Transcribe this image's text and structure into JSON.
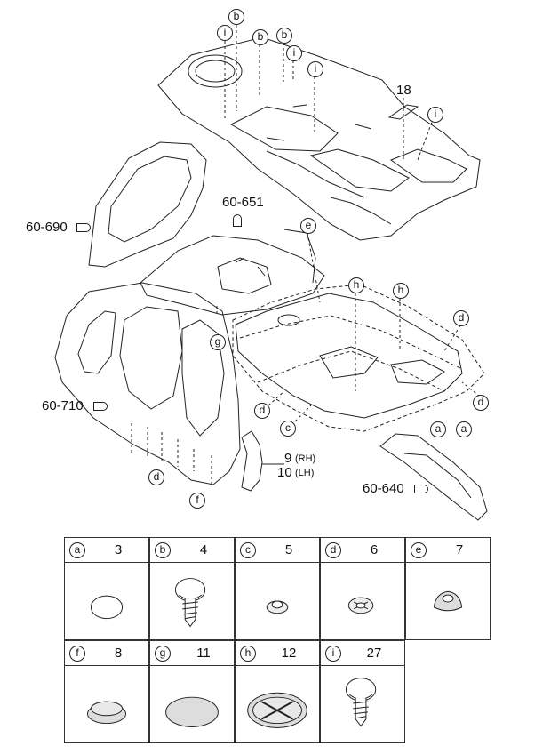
{
  "callouts": {
    "a": "a",
    "b": "b",
    "c": "c",
    "d": "d",
    "e": "e",
    "f": "f",
    "g": "g",
    "h": "h",
    "i": "i"
  },
  "part_labels": {
    "p18": "18",
    "p60_690": "60-690",
    "p60_651": "60-651",
    "p60_710": "60-710",
    "p60_640": "60-640",
    "p9": "9",
    "p9_side": "(RH)",
    "p10": "10",
    "p10_side": "(LH)"
  },
  "legend": [
    {
      "letter": "a",
      "part_no": "3",
      "icon": "oval-plug-icon"
    },
    {
      "letter": "b",
      "part_no": "4",
      "icon": "push-clip-icon"
    },
    {
      "letter": "c",
      "part_no": "5",
      "icon": "small-grommet-icon"
    },
    {
      "letter": "d",
      "part_no": "6",
      "icon": "cross-grommet-icon"
    },
    {
      "letter": "e",
      "part_no": "7",
      "icon": "dome-plug-icon"
    },
    {
      "letter": "f",
      "part_no": "8",
      "icon": "flat-plug-icon"
    },
    {
      "letter": "g",
      "part_no": "11",
      "icon": "large-pad-icon"
    },
    {
      "letter": "h",
      "part_no": "12",
      "icon": "cross-pad-icon"
    },
    {
      "letter": "i",
      "part_no": "27",
      "icon": "push-clip-icon"
    }
  ]
}
